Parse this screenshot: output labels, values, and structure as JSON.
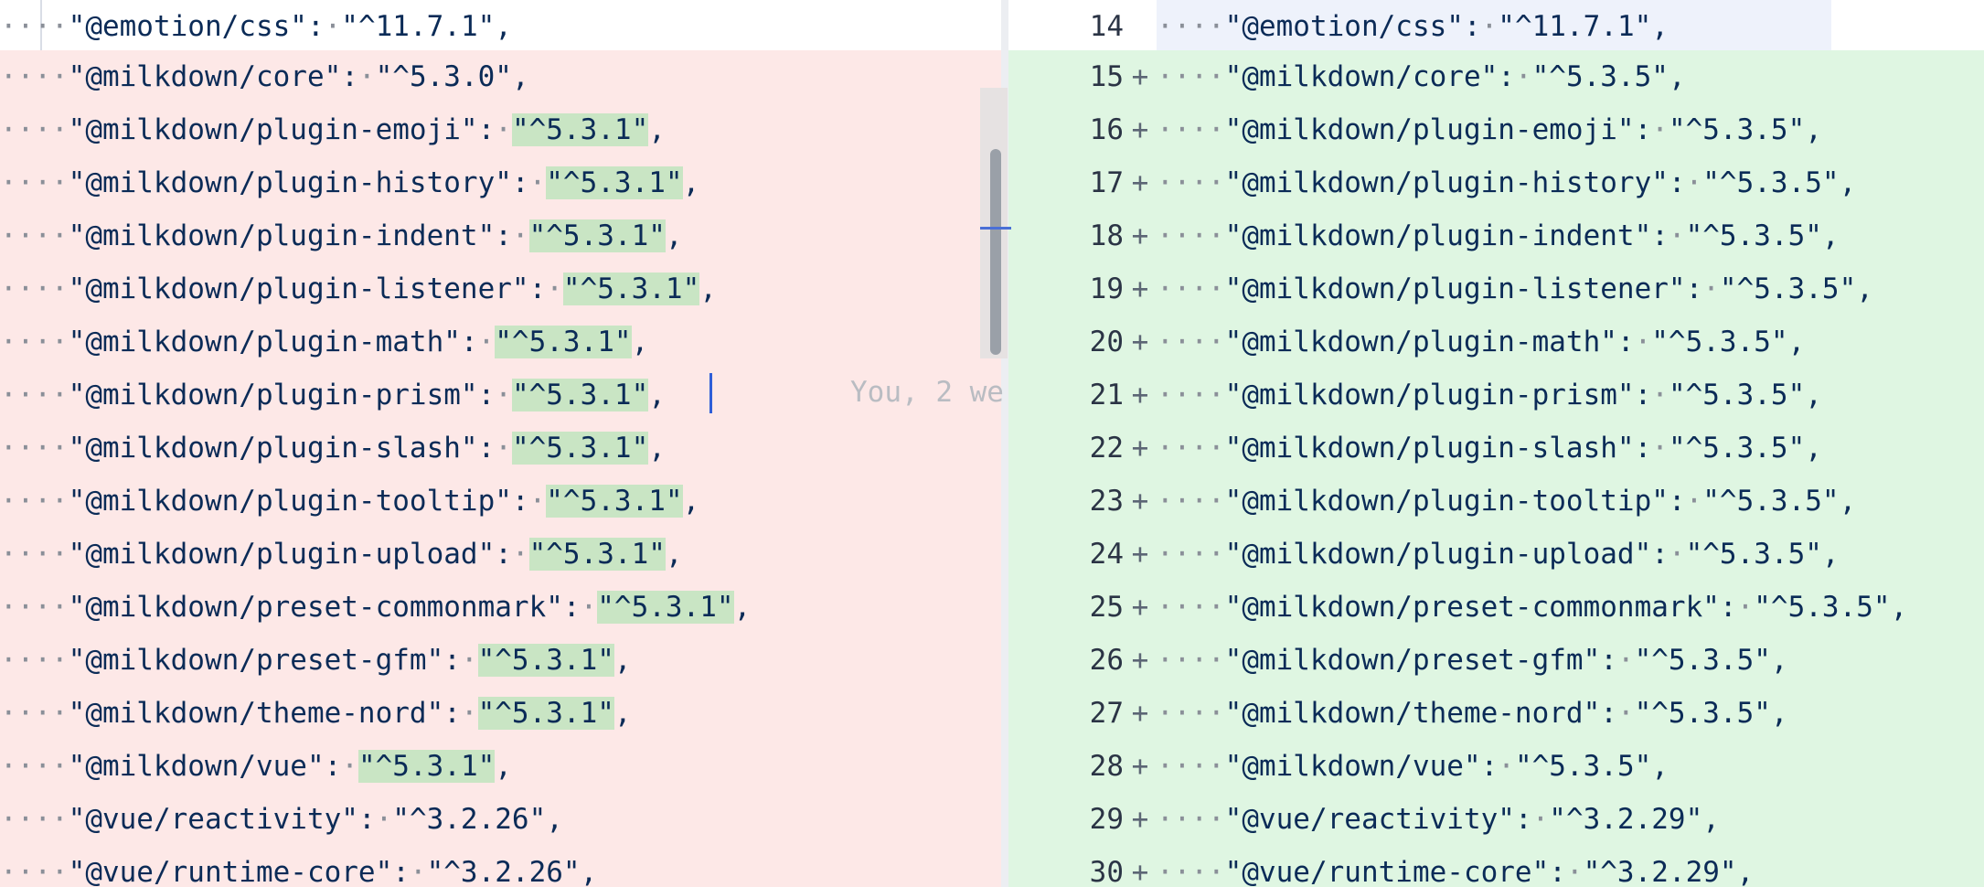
{
  "left": {
    "rows": [
      {
        "key": "\"@emotion/css\"",
        "sep": ":",
        "val": "\"^11.7.1\"",
        "trail": ",",
        "kind": "context",
        "hl": false
      },
      {
        "key": "\"@milkdown/core\"",
        "sep": ":",
        "val": "\"^5.3.0\"",
        "trail": ",",
        "kind": "removed",
        "hl": false
      },
      {
        "key": "\"@milkdown/plugin-emoji\"",
        "sep": ":",
        "val": "\"^5.3.1\"",
        "trail": ",",
        "kind": "removed",
        "hl": true
      },
      {
        "key": "\"@milkdown/plugin-history\"",
        "sep": ":",
        "val": "\"^5.3.1\"",
        "trail": ",",
        "kind": "removed",
        "hl": true
      },
      {
        "key": "\"@milkdown/plugin-indent\"",
        "sep": ":",
        "val": "\"^5.3.1\"",
        "trail": ",",
        "kind": "removed",
        "hl": true
      },
      {
        "key": "\"@milkdown/plugin-listener\"",
        "sep": ":",
        "val": "\"^5.3.1\"",
        "trail": ",",
        "kind": "removed",
        "hl": true
      },
      {
        "key": "\"@milkdown/plugin-math\"",
        "sep": ":",
        "val": "\"^5.3.1\"",
        "trail": ",",
        "kind": "removed",
        "hl": true
      },
      {
        "key": "\"@milkdown/plugin-prism\"",
        "sep": ":",
        "val": "\"^5.3.1\"",
        "trail": ",",
        "kind": "removed",
        "hl": true
      },
      {
        "key": "\"@milkdown/plugin-slash\"",
        "sep": ":",
        "val": "\"^5.3.1\"",
        "trail": ",",
        "kind": "removed",
        "hl": true
      },
      {
        "key": "\"@milkdown/plugin-tooltip\"",
        "sep": ":",
        "val": "\"^5.3.1\"",
        "trail": ",",
        "kind": "removed",
        "hl": true
      },
      {
        "key": "\"@milkdown/plugin-upload\"",
        "sep": ":",
        "val": "\"^5.3.1\"",
        "trail": ",",
        "kind": "removed",
        "hl": true
      },
      {
        "key": "\"@milkdown/preset-commonmark\"",
        "sep": ":",
        "val": "\"^5.3.1\"",
        "trail": ",",
        "kind": "removed",
        "hl": true
      },
      {
        "key": "\"@milkdown/preset-gfm\"",
        "sep": ":",
        "val": "\"^5.3.1\"",
        "trail": ",",
        "kind": "removed",
        "hl": true
      },
      {
        "key": "\"@milkdown/theme-nord\"",
        "sep": ":",
        "val": "\"^5.3.1\"",
        "trail": ",",
        "kind": "removed",
        "hl": true
      },
      {
        "key": "\"@milkdown/vue\"",
        "sep": ":",
        "val": "\"^5.3.1\"",
        "trail": ",",
        "kind": "removed",
        "hl": true
      },
      {
        "key": "\"@vue/reactivity\"",
        "sep": ":",
        "val": "\"^3.2.26\"",
        "trail": ",",
        "kind": "removed",
        "hl": false
      },
      {
        "key": "\"@vue/runtime-core\"",
        "sep": ":",
        "val": "\"^3.2.26\"",
        "trail": ",",
        "kind": "removed",
        "hl": false
      }
    ],
    "blame_hint": "You, 2 we"
  },
  "right": {
    "rows": [
      {
        "num": "14",
        "sign": "",
        "key": "\"@emotion/css\"",
        "sep": ":",
        "val": "\"^11.7.1\"",
        "trail": ",",
        "kind": "context"
      },
      {
        "num": "15",
        "sign": "+",
        "key": "\"@milkdown/core\"",
        "sep": ":",
        "val": "\"^5.3.5\"",
        "trail": ",",
        "kind": "added"
      },
      {
        "num": "16",
        "sign": "+",
        "key": "\"@milkdown/plugin-emoji\"",
        "sep": ":",
        "val": "\"^5.3.5\"",
        "trail": ",",
        "kind": "added"
      },
      {
        "num": "17",
        "sign": "+",
        "key": "\"@milkdown/plugin-history\"",
        "sep": ":",
        "val": "\"^5.3.5\"",
        "trail": ",",
        "kind": "added"
      },
      {
        "num": "18",
        "sign": "+",
        "key": "\"@milkdown/plugin-indent\"",
        "sep": ":",
        "val": "\"^5.3.5\"",
        "trail": ",",
        "kind": "added"
      },
      {
        "num": "19",
        "sign": "+",
        "key": "\"@milkdown/plugin-listener\"",
        "sep": ":",
        "val": "\"^5.3.5\"",
        "trail": ",",
        "kind": "added"
      },
      {
        "num": "20",
        "sign": "+",
        "key": "\"@milkdown/plugin-math\"",
        "sep": ":",
        "val": "\"^5.3.5\"",
        "trail": ",",
        "kind": "added"
      },
      {
        "num": "21",
        "sign": "+",
        "key": "\"@milkdown/plugin-prism\"",
        "sep": ":",
        "val": "\"^5.3.5\"",
        "trail": ",",
        "kind": "added"
      },
      {
        "num": "22",
        "sign": "+",
        "key": "\"@milkdown/plugin-slash\"",
        "sep": ":",
        "val": "\"^5.3.5\"",
        "trail": ",",
        "kind": "added"
      },
      {
        "num": "23",
        "sign": "+",
        "key": "\"@milkdown/plugin-tooltip\"",
        "sep": ":",
        "val": "\"^5.3.5\"",
        "trail": ",",
        "kind": "added"
      },
      {
        "num": "24",
        "sign": "+",
        "key": "\"@milkdown/plugin-upload\"",
        "sep": ":",
        "val": "\"^5.3.5\"",
        "trail": ",",
        "kind": "added"
      },
      {
        "num": "25",
        "sign": "+",
        "key": "\"@milkdown/preset-commonmark\"",
        "sep": ":",
        "val": "\"^5.3.5\"",
        "trail": ",",
        "kind": "added"
      },
      {
        "num": "26",
        "sign": "+",
        "key": "\"@milkdown/preset-gfm\"",
        "sep": ":",
        "val": "\"^5.3.5\"",
        "trail": ",",
        "kind": "added"
      },
      {
        "num": "27",
        "sign": "+",
        "key": "\"@milkdown/theme-nord\"",
        "sep": ":",
        "val": "\"^5.3.5\"",
        "trail": ",",
        "kind": "added"
      },
      {
        "num": "28",
        "sign": "+",
        "key": "\"@milkdown/vue\"",
        "sep": ":",
        "val": "\"^5.3.5\"",
        "trail": ",",
        "kind": "added"
      },
      {
        "num": "29",
        "sign": "+",
        "key": "\"@vue/reactivity\"",
        "sep": ":",
        "val": "\"^3.2.29\"",
        "trail": ",",
        "kind": "added"
      },
      {
        "num": "30",
        "sign": "+",
        "key": "\"@vue/runtime-core\"",
        "sep": ":",
        "val": "\"^3.2.29\"",
        "trail": ",",
        "kind": "added"
      }
    ]
  },
  "colors": {
    "removed_bg": "#fde8e7",
    "added_bg": "#dff6e2",
    "value_highlight": "#c9e5c4",
    "text": "#0b2b57",
    "whitespace_dots": "#8a8f98",
    "caret": "#2f5ed8"
  }
}
